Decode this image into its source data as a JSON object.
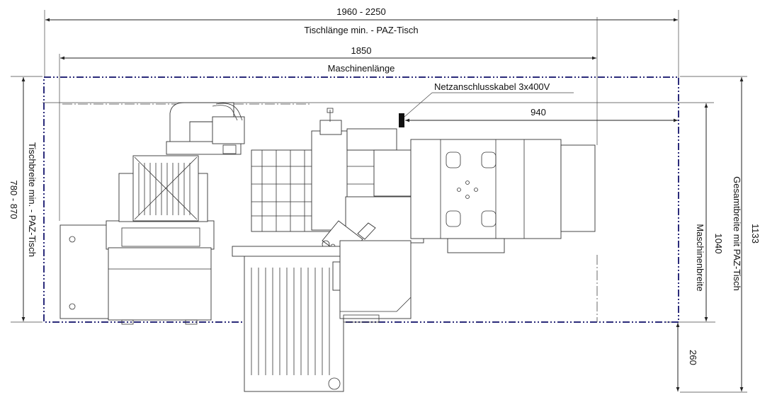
{
  "dimensions": {
    "table_length_value": "1960 - 2250",
    "table_length_label": "Tischlänge min. - PAZ-Tisch",
    "machine_length_value": "1850",
    "machine_length_label": "Maschinenlänge",
    "power_cable_label": "Netzanschlusskabel 3x400V",
    "cable_offset_value": "940",
    "table_width_value": "780 - 870",
    "table_width_label": "Tischbreite min. - PAZ-Tisch",
    "machine_width_value": "1040",
    "machine_width_label": "Maschinenbreite",
    "total_width_value": "1133",
    "total_width_label": "Gesamtbreite mit PAZ-Tisch",
    "overhang_value": "260"
  },
  "colors": {
    "table_outline": "#2b2b7a",
    "lines": "#222222"
  }
}
